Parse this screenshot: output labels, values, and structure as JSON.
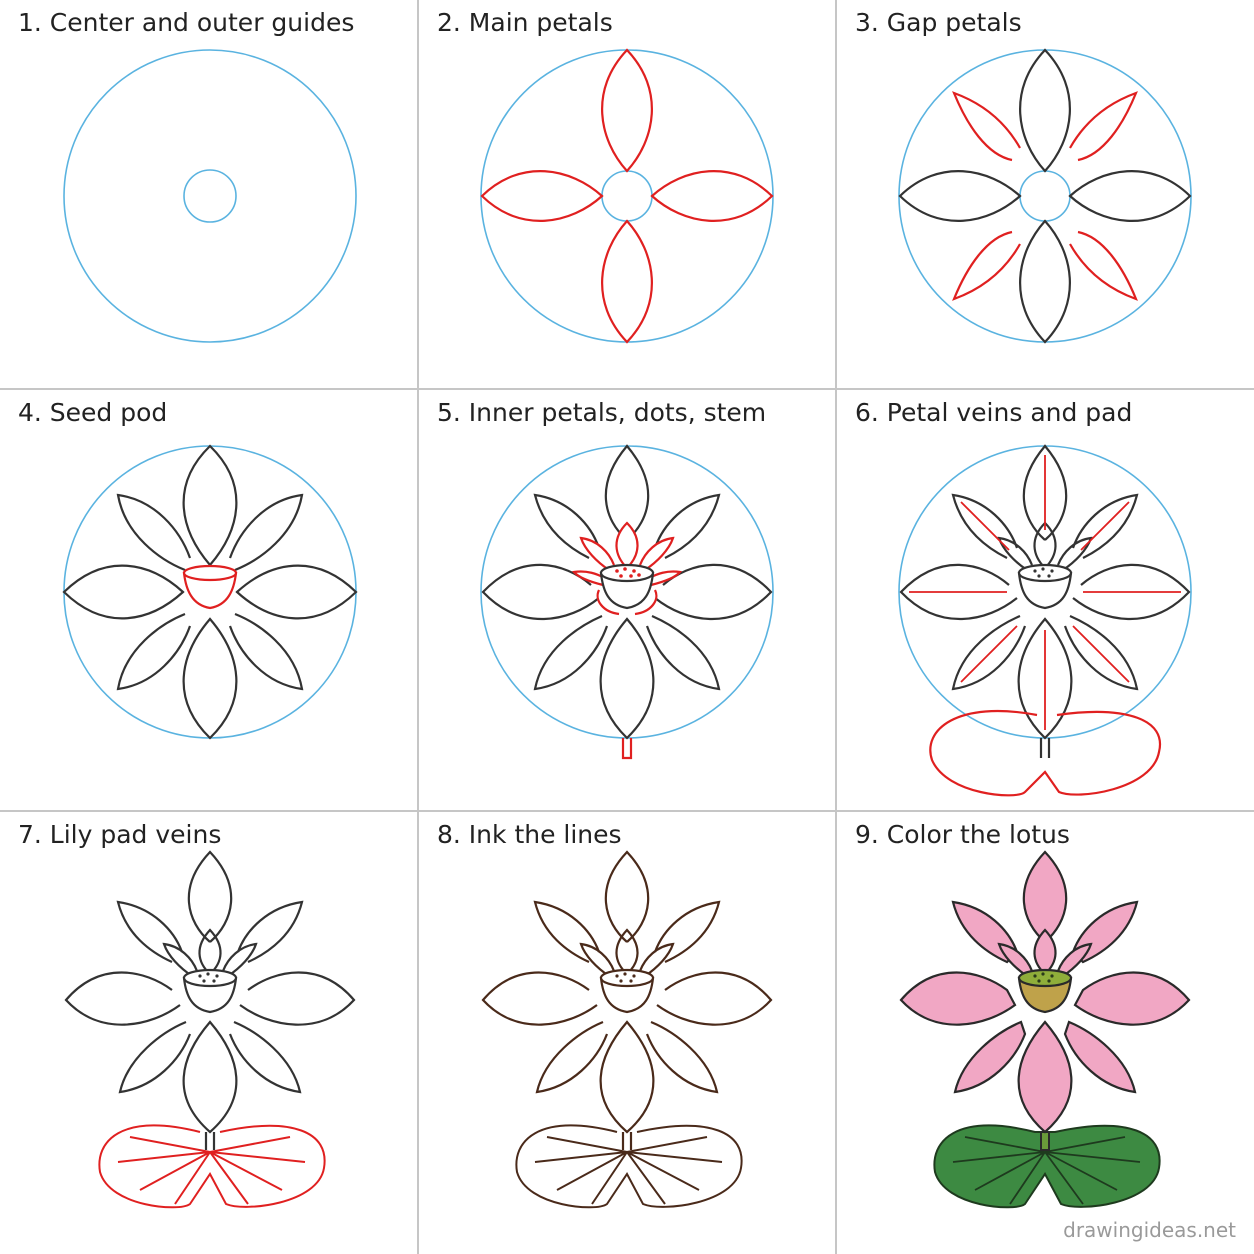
{
  "steps": [
    {
      "title": "1. Center and outer guides"
    },
    {
      "title": "2. Main petals"
    },
    {
      "title": "3. Gap petals"
    },
    {
      "title": "4. Seed pod"
    },
    {
      "title": "5. Inner petals, dots, stem"
    },
    {
      "title": "6. Petal veins and pad"
    },
    {
      "title": "7. Lily pad veins"
    },
    {
      "title": "8. Ink the lines"
    },
    {
      "title": "9. Color the lotus"
    }
  ],
  "watermark": "drawingideas.net",
  "colors": {
    "guide": "#5ab3e0",
    "new_line": "#e02020",
    "pencil": "#333333",
    "ink": "#4a2a1a",
    "petal_fill": "#f1a7c4",
    "pad_fill": "#3d8a42",
    "pod_top": "#8fae3a",
    "pod_body": "#bfa24a"
  }
}
